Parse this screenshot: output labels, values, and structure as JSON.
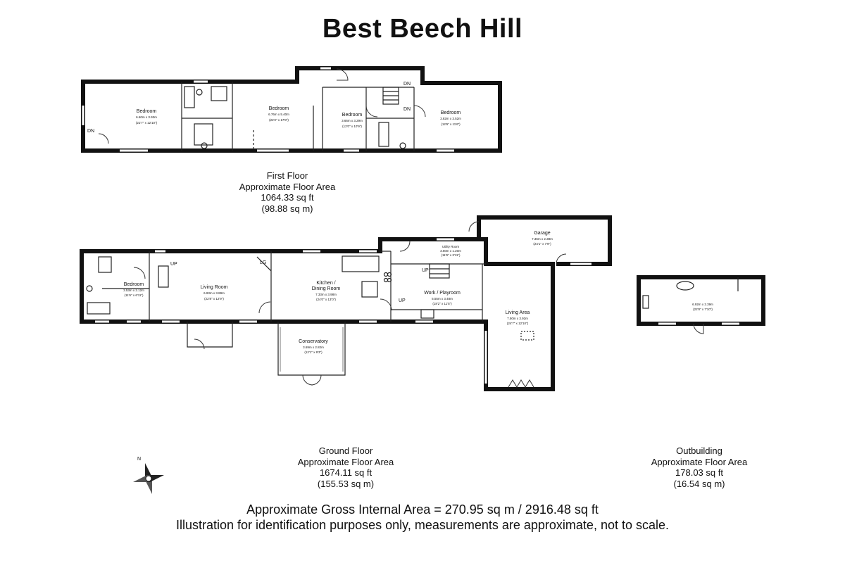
{
  "title": "Best Beech Hill",
  "first_floor": {
    "label": "First Floor",
    "area_label": "Approximate Floor Area",
    "area_sqft": "1064.33 sq ft",
    "area_sqm": "(98.88 sq m)",
    "rooms": [
      {
        "name": "Bedroom",
        "metric": "6.60m x 3.93m",
        "imperial": "(21'7\" x 12'10\")"
      },
      {
        "name": "Bedroom",
        "metric": "6.76m x 5.40m",
        "imperial": "(22'2\" x 17'8\")"
      },
      {
        "name": "Bedroom",
        "metric": "3.66m x 3.29m",
        "imperial": "(12'0\" x 10'9\")"
      },
      {
        "name": "Bedroom",
        "metric": "3.82m x 3.52m",
        "imperial": "(12'6\" x 11'6\")"
      }
    ]
  },
  "ground_floor": {
    "label": "Ground Floor",
    "area_label": "Approximate Floor Area",
    "area_sqft": "1674.11 sq ft",
    "area_sqm": "(155.53 sq m)",
    "rooms": [
      {
        "name": "Bedroom",
        "metric": "3.53m x 2.12m",
        "imperial": "(11'6\" x 6'11\")"
      },
      {
        "name": "Living Room",
        "metric": "6.93m x 3.89m",
        "imperial": "(22'8\" x 12'9\")"
      },
      {
        "name": "Kitchen /",
        "name2": "Dining Room",
        "metric": "7.33m x 3.98m",
        "imperial": "(24'0\" x 13'0\")"
      },
      {
        "name": "Conservatory",
        "metric": "3.69m x 2.82m",
        "imperial": "(12'1\" x 9'3\")"
      },
      {
        "name": "Work / Playroom",
        "metric": "5.55m x 3.48m",
        "imperial": "(18'2\" x 11'5\")"
      },
      {
        "name": "Utility Room",
        "metric": "3.60m x 1.20m",
        "imperial": "(11'9\" x 3'11\")"
      },
      {
        "name": "Garage",
        "metric": "7.36m x 2.38m",
        "imperial": "(24'1\" x 7'9\")"
      },
      {
        "name": "Living Area",
        "metric": "7.50m x 3.92m",
        "imperial": "(24'7\" x 12'10\")"
      }
    ]
  },
  "outbuilding": {
    "label": "Outbuilding",
    "area_label": "Approximate Floor Area",
    "area_sqft": "178.03 sq ft",
    "area_sqm": "(16.54 sq m)",
    "room": {
      "metric": "6.92m x 2.39m",
      "imperial": "(22'8\" x 7'10\")"
    }
  },
  "markers": {
    "down": "DN",
    "up": "UP",
    "lg": "LG",
    "north": "N"
  },
  "footer": {
    "gross_area": "Approximate Gross Internal Area = 270.95 sq m / 2916.48 sq ft",
    "disclaimer": "Illustration for identification purposes only, measurements are approximate, not to scale."
  }
}
